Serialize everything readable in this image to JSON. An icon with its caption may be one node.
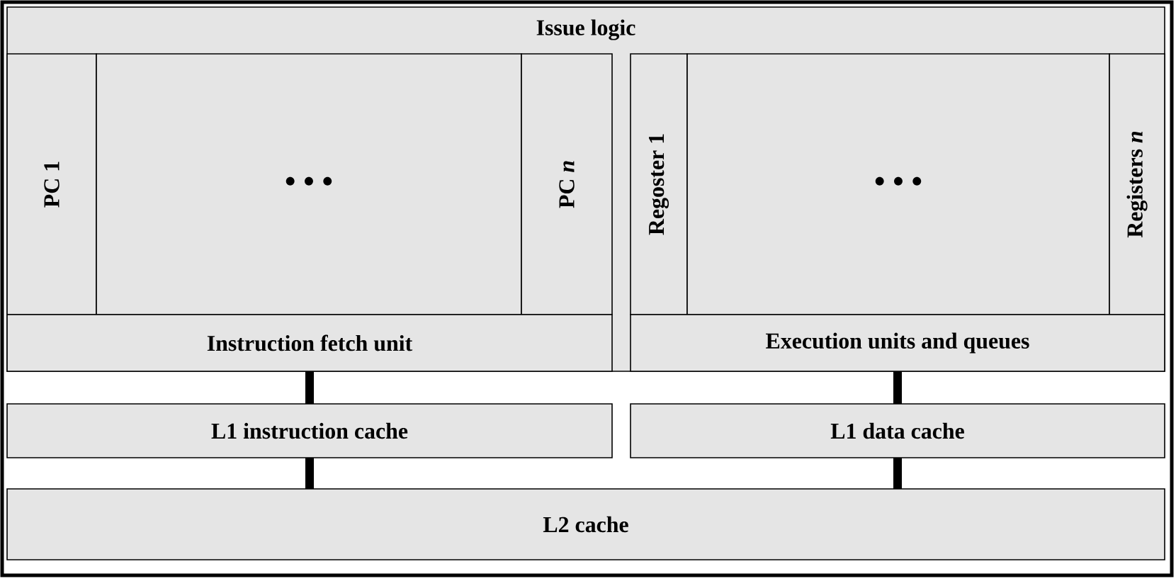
{
  "diagram": {
    "nodes": [
      {
        "text": [
          "Issue logic"
        ]
      },
      {
        "text": [
          "PC 1"
        ],
        "in": 0
      },
      {
        "text": [
          "• • •"
        ],
        "in": 0
      },
      {
        "text": [
          "PC *n*"
        ],
        "in": 0
      },
      {
        "text": [
          "Instruction fetch unit"
        ],
        "in": 0
      },
      {
        "text": [
          "Regoster 1"
        ],
        "in": 0
      },
      {
        "text": [
          "• • •"
        ],
        "in": 0
      },
      {
        "text": [
          "Registers *n*"
        ],
        "in": 0
      },
      {
        "text": [
          "Execution units and queues"
        ],
        "in": 0
      },
      {
        "text": [
          "L1 instruction cache"
        ]
      },
      {
        "text": [
          "L1 data cache"
        ]
      },
      {
        "text": [
          "L2 cache"
        ]
      }
    ],
    "edges": [
      {
        "from": 4,
        "to": 9,
        "arrow": "none"
      },
      {
        "from": 9,
        "to": 11,
        "arrow": "none"
      },
      {
        "from": 8,
        "to": 10,
        "arrow": "none"
      },
      {
        "from": 10,
        "to": 11,
        "arrow": "none"
      }
    ]
  }
}
